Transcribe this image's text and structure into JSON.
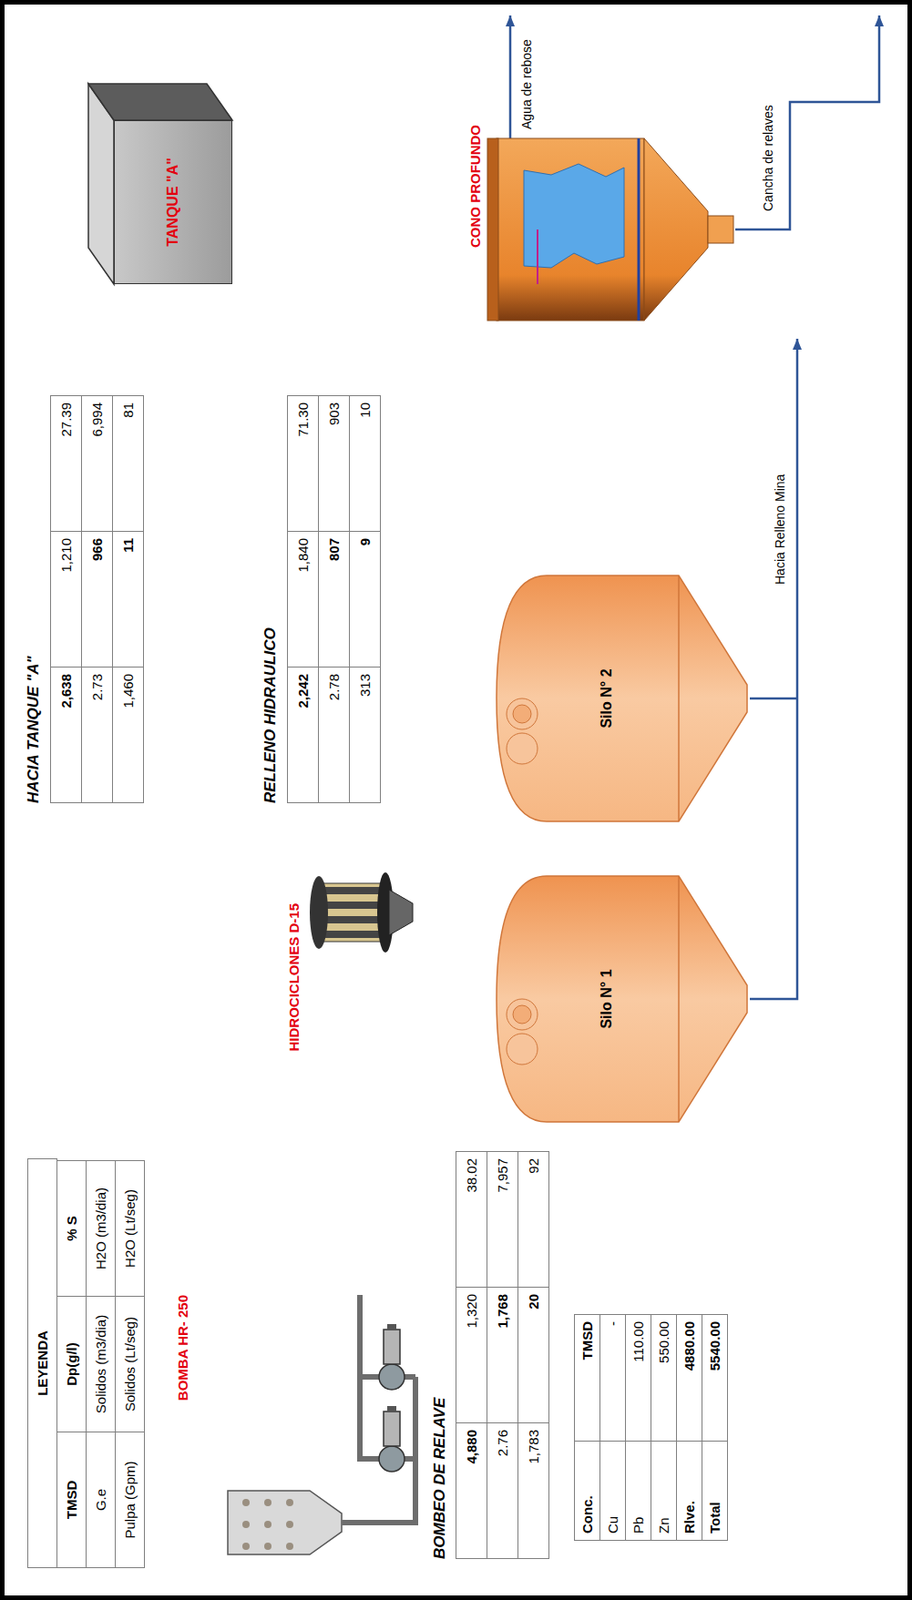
{
  "diagram": {
    "nodes": [
      {
        "text": [
          "BOMBA HR- 250"
        ]
      },
      {
        "text": [
          "HIDROCICLONES D-15"
        ]
      },
      {
        "text": [
          "TANQUE \"A\""
        ]
      },
      {
        "text": [
          "Silo N° 1"
        ]
      },
      {
        "text": [
          "Silo N° 2"
        ]
      },
      {
        "text": [
          "CONO PROFUNDO"
        ]
      }
    ],
    "edges": [
      {
        "from": 0,
        "to": 1,
        "arrow": "to"
      },
      {
        "from": 1,
        "to": 2,
        "arrow": "to"
      },
      {
        "from": 1,
        "to": 3,
        "arrow": "to"
      },
      {
        "from": 1,
        "to": 4,
        "arrow": "to"
      },
      {
        "from": 2,
        "to": 5,
        "arrow": "to"
      }
    ],
    "labels": [
      "LEYENDA",
      "TMSD",
      "Dp(g/l)",
      "% S",
      "G.e",
      "Solidos (m3/dia)",
      "H2O (m3/dia)",
      "Pulpa (Gpm)",
      "Solidos (Lt/seg)",
      "H2O (Lt/seg)",
      "BOMBEO DE RELAVE",
      "4,880",
      "1,320",
      "38.02",
      "2.76",
      "1,768",
      "7,957",
      "1,783",
      "20",
      "92",
      "Conc.",
      "TMSD",
      "Cu",
      "-",
      "Pb",
      "110.00",
      "Zn",
      "550.00",
      "Rlve.",
      "4880.00",
      "Total",
      "5540.00",
      "HACIA TANQUE \"A\"",
      "2,638",
      "1,210",
      "27.39",
      "2.73",
      "966",
      "6,994",
      "1,460",
      "11",
      "81",
      "RELLENO HIDRAULICO",
      "2,242",
      "1,840",
      "71.30",
      "2.78",
      "807",
      "903",
      "313",
      "9",
      "10",
      "Agua de rebose",
      "Cancha de relaves",
      "Hacia Relleno Mina"
    ]
  }
}
